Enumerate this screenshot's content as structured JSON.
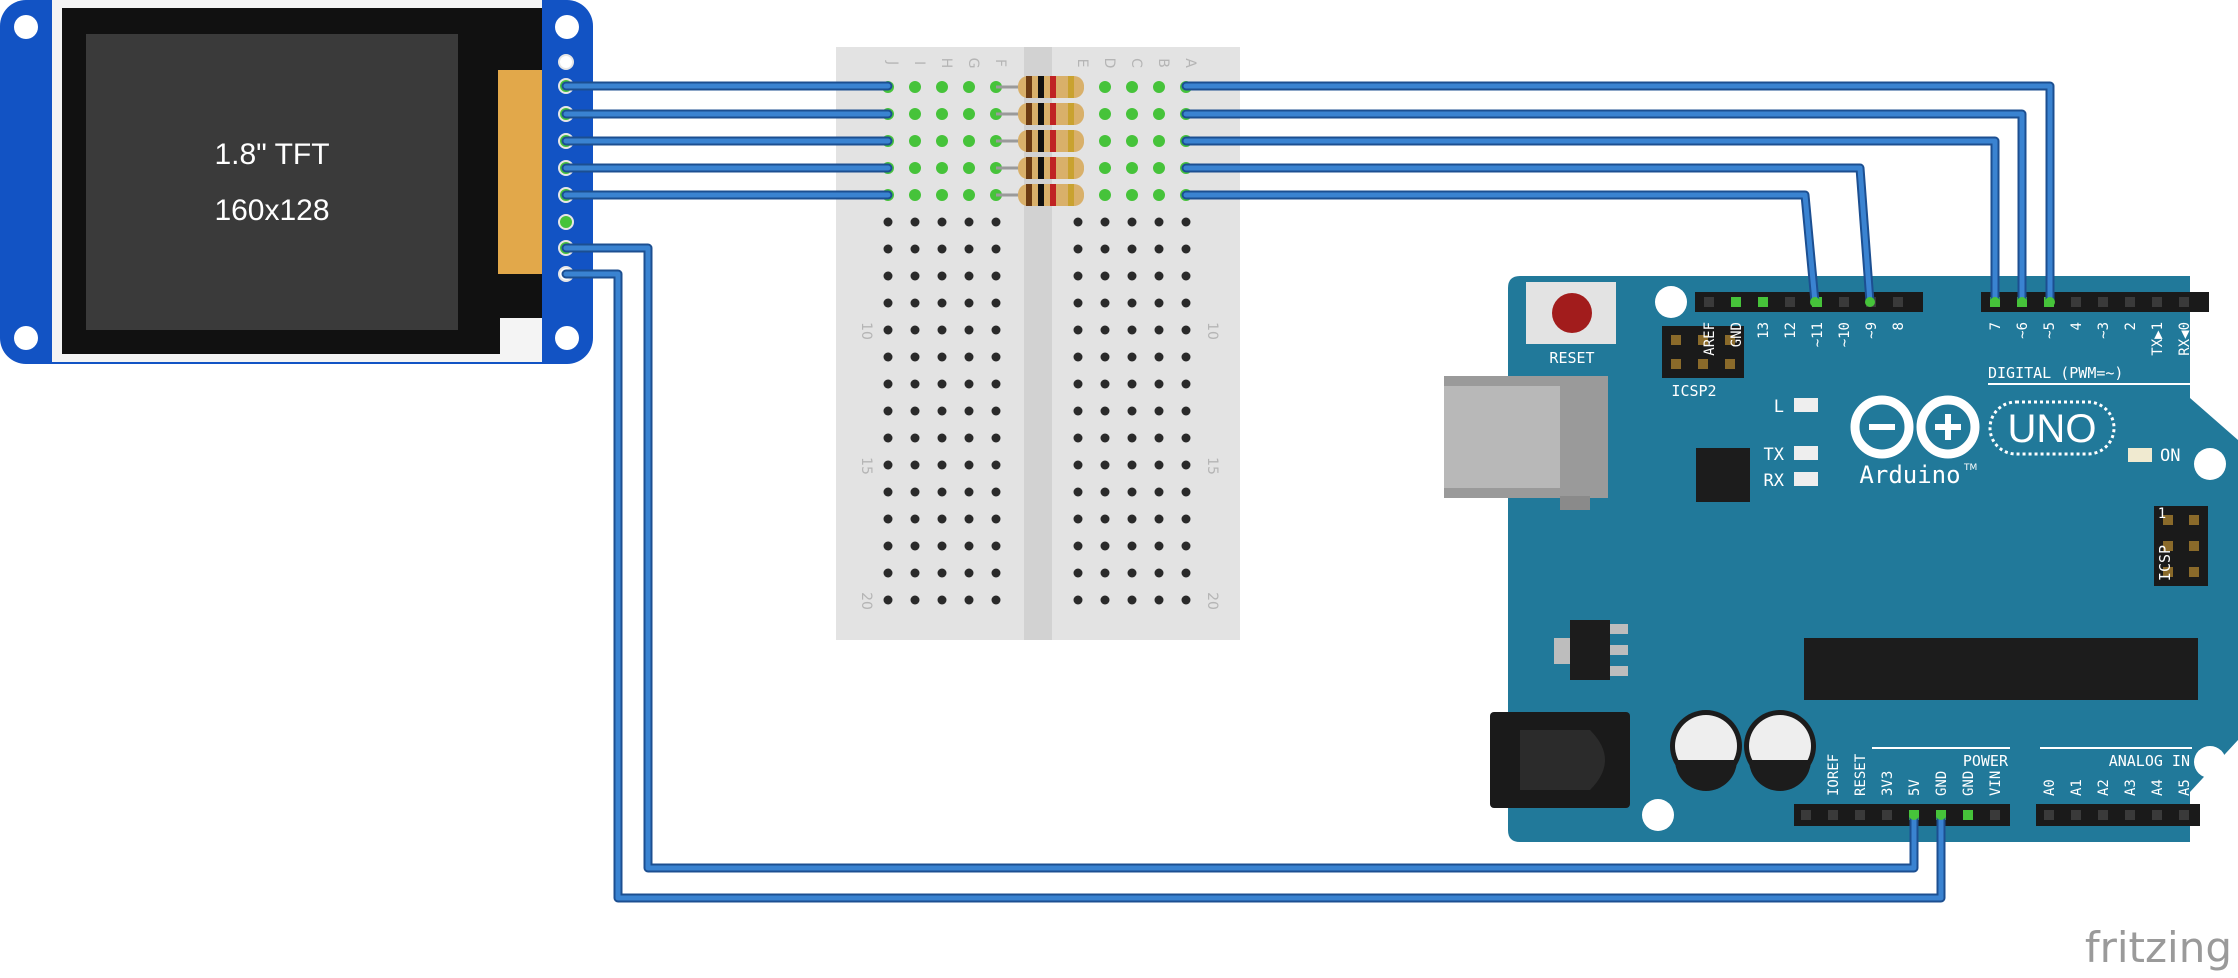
{
  "tft": {
    "line1": "1.8\" TFT",
    "line2": "160x128"
  },
  "breadboard": {
    "left_letters": [
      "J",
      "I",
      "H",
      "G",
      "F"
    ],
    "right_letters": [
      "E",
      "D",
      "C",
      "B",
      "A"
    ],
    "row_numbers": [
      "10",
      "15",
      "20"
    ]
  },
  "arduino": {
    "reset_label": "RESET",
    "icsp2_label": "ICSP2",
    "icsp_label": "ICSP",
    "icsp_pin1": "1",
    "digital_label": "DIGITAL (PWM=~)",
    "digital_pins": [
      "AREF",
      "GND",
      "13",
      "12",
      "~11",
      "~10",
      "~9",
      "8",
      "7",
      "~6",
      "~5",
      "4",
      "~3",
      "2",
      "TX▶1",
      "RX◀0"
    ],
    "led_l": "L",
    "led_tx": "TX",
    "led_rx": "RX",
    "led_on": "ON",
    "brand": "Arduino",
    "brand_tm": "TM",
    "model": "UNO",
    "power_label": "POWER",
    "power_pins": [
      "IOREF",
      "RESET",
      "3V3",
      "5V",
      "GND",
      "GND",
      "VIN"
    ],
    "analog_label": "ANALOG IN",
    "analog_pins": [
      "A0",
      "A1",
      "A2",
      "A3",
      "A4",
      "A5"
    ]
  },
  "watermark": "fritzing",
  "colors": {
    "tft_board": "#1253c4",
    "arduino_board": "#21799a",
    "wire": "#3a83d1",
    "wire_dark": "#1c4f91",
    "breadboard": "#e3e3e3",
    "active_hole": "#46c33a"
  }
}
